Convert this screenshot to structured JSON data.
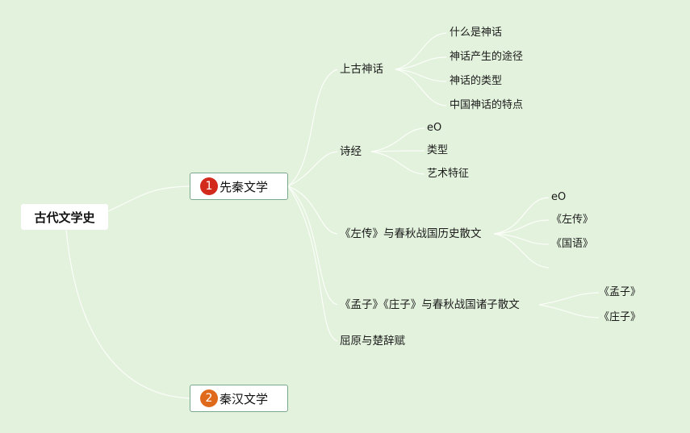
{
  "root": {
    "label": "古代文学史"
  },
  "colors": {
    "background": "#e3f2dd",
    "edge": "#fbfdf9",
    "badge_1": "#d32a1e",
    "badge_2": "#e06a1b",
    "node_border": "#7aa88f"
  },
  "branches": [
    {
      "badge": "1",
      "label": "先秦文学",
      "topics": [
        {
          "label": "上古神话",
          "leaves": [
            "什么是神话",
            "神话产生的途径",
            "神话的类型",
            "中国神话的特点"
          ]
        },
        {
          "label": "诗经",
          "leaves": [
            "eO",
            "类型",
            "艺术特征"
          ]
        },
        {
          "label": "《左传》与春秋战国历史散文",
          "leaves": [
            "eO",
            "《左传》",
            "《国语》",
            ""
          ]
        },
        {
          "label": "《孟子》《庄子》与春秋战国诸子散文",
          "leaves": [
            "《孟子》",
            "《庄子》"
          ]
        },
        {
          "label": "屈原与楚辞赋",
          "leaves": []
        }
      ]
    },
    {
      "badge": "2",
      "label": "秦汉文学",
      "topics": []
    }
  ]
}
